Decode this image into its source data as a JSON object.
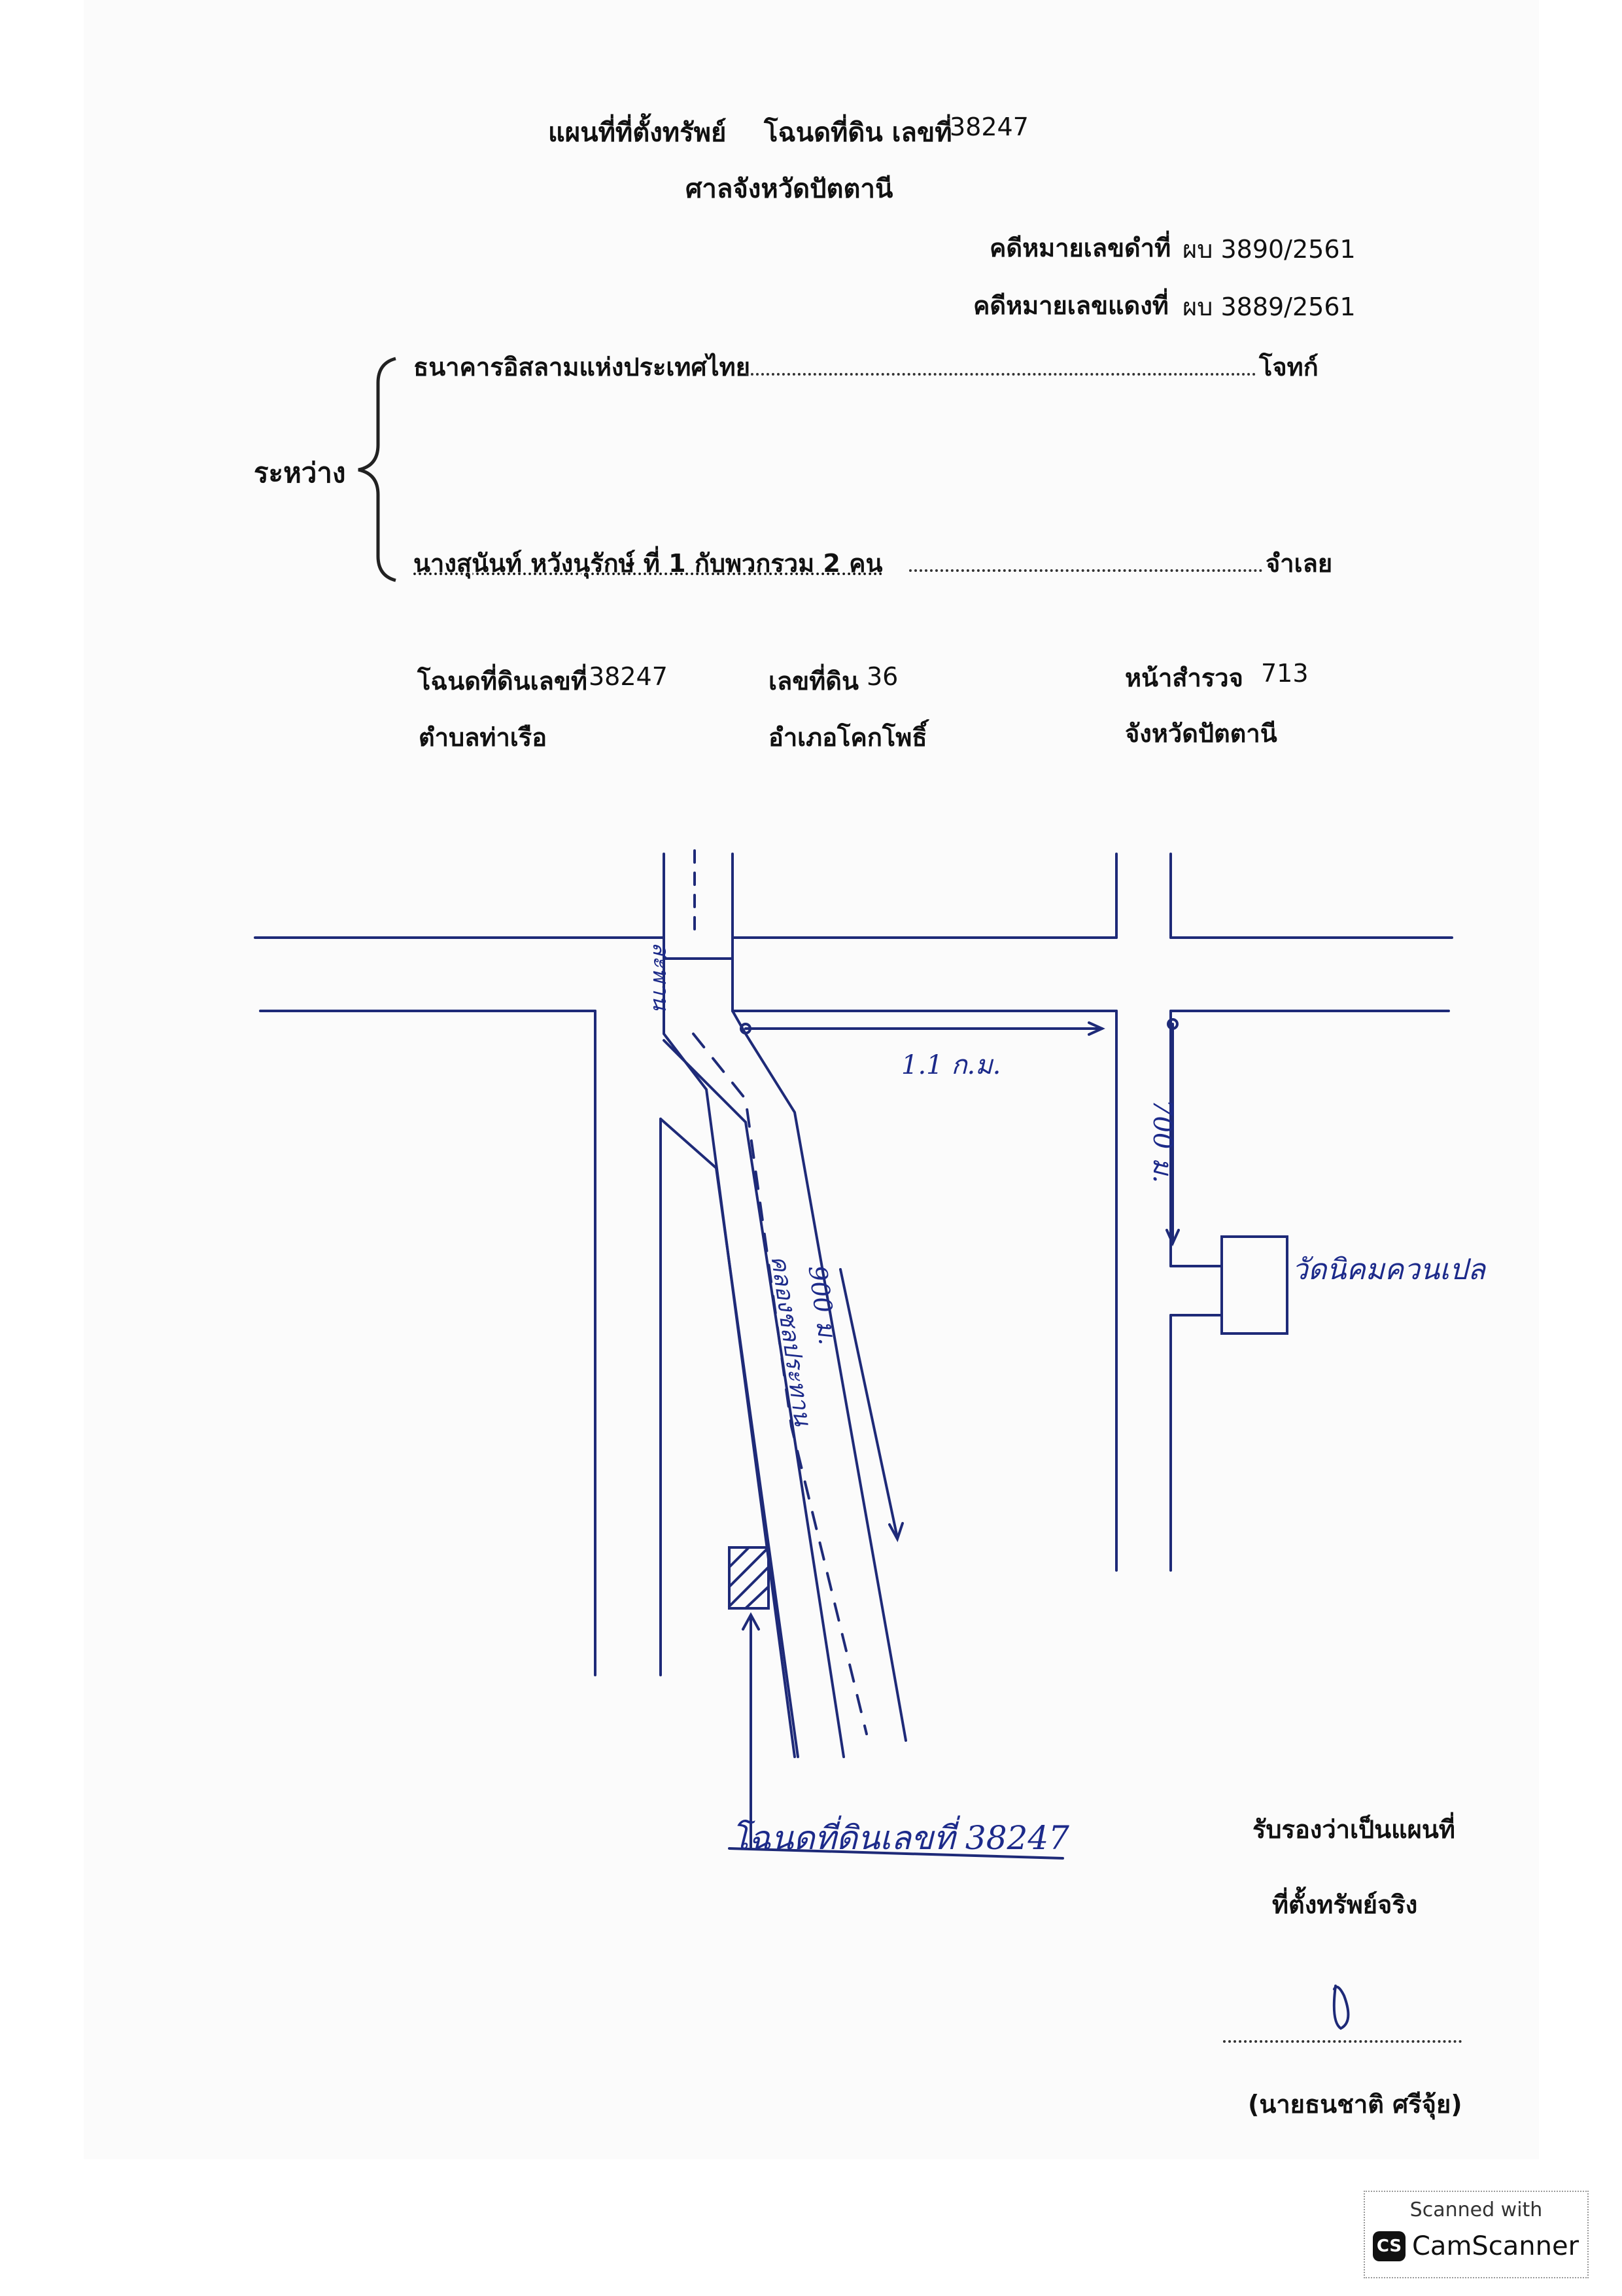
{
  "header": {
    "title": "แผนที่ที่ตั้งทรัพย์",
    "deed_label": "โฉนดที่ดิน เลขที่",
    "deed_no": "38247",
    "court": "ศาลจังหวัดปัตตานี",
    "black_case_label": "คดีหมายเลขดำที่",
    "black_case_no": "ผบ 3890/2561",
    "red_case_label": "คดีหมายเลขแดงที่",
    "red_case_no": "ผบ 3889/2561"
  },
  "parties": {
    "between_label": "ระหว่าง",
    "plaintiff_name": "ธนาคารอิสลามแห่งประเทศไทย",
    "plaintiff_role": "โจทก์",
    "defendant_name": "นางสุนันท์  หวังนุรักษ์ ที่ 1 กับพวกรวม 2 คน",
    "defendant_role": "จำเลย"
  },
  "land_info": {
    "deed_label": "โฉนดที่ดินเลขที่",
    "deed_no": "38247",
    "land_no_label": "เลขที่ดิน",
    "land_no": "36",
    "survey_label": "หน้าสำรวจ",
    "survey_no": "713",
    "subdistrict": "ตำบลท่าเรือ",
    "district": "อำเภอโคกโพธิ์",
    "province": "จังหวัดปัตตานี"
  },
  "map": {
    "bridge_label": "สะพาน",
    "distance_top": "1.1 ก.ม.",
    "distance_right": "700 ม.",
    "distance_canal": "900 ม.",
    "canal_label": "คลองชลประทาน",
    "temple_label": "วัดนิคมควนเปล",
    "plot_label": "โฉนดที่ดินเลขที่ 38247"
  },
  "certification": {
    "line1": "รับรองว่าเป็นแผนที่",
    "line2": "ที่ตั้งทรัพย์จริง",
    "signer": "(นายธนชาติ  ศรีจุ้ย)"
  },
  "watermark": {
    "scanned_with": "Scanned with",
    "logo_text": "CS",
    "brand": "CamScanner"
  }
}
